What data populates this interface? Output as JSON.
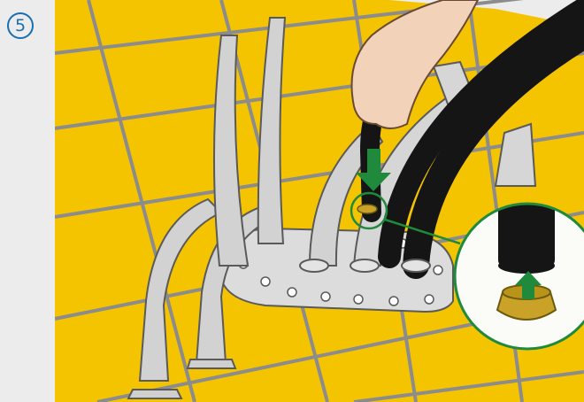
{
  "step": {
    "number": "5"
  },
  "colors": {
    "floor_yellow": "#f5c400",
    "grout_gray": "#8a8a8a",
    "background_gray": "#ececec",
    "stand_light": "#cfcfcf",
    "stand_outline": "#5a5a5a",
    "hose_black": "#151515",
    "arrow_green": "#1f8a3c",
    "callout_green": "#1f8a3c",
    "gold_fitting": "#c9a227",
    "badge_blue": "#1a6fb0",
    "skin": "#f2d2b8"
  },
  "illustration": {
    "subject": "stand-with-hose-insertion",
    "callout": "hose-onto-gold-fitting-detail"
  }
}
